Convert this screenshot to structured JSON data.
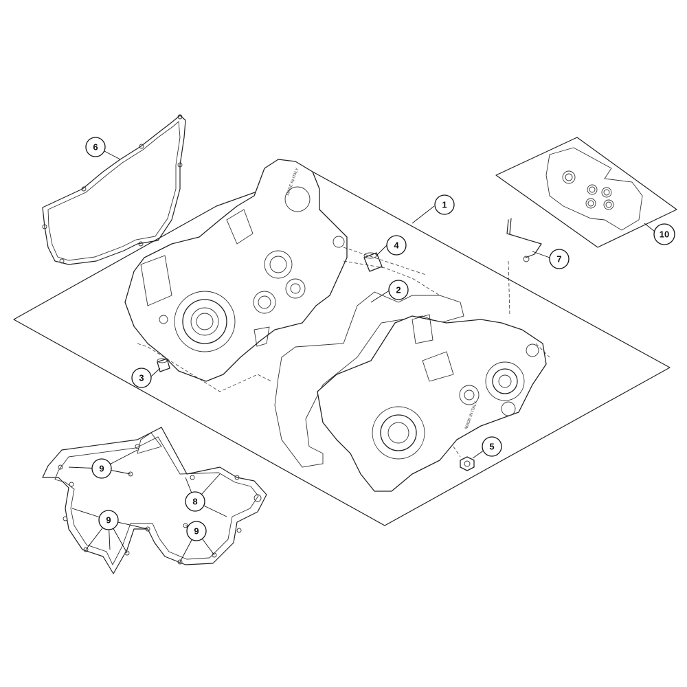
{
  "callouts": [
    {
      "id": "1",
      "label": "1"
    },
    {
      "id": "2",
      "label": "2"
    },
    {
      "id": "3",
      "label": "3"
    },
    {
      "id": "4",
      "label": "4"
    },
    {
      "id": "5",
      "label": "5"
    },
    {
      "id": "6",
      "label": "6"
    },
    {
      "id": "7",
      "label": "7"
    },
    {
      "id": "8",
      "label": "8"
    },
    {
      "id": "9a",
      "label": "9"
    },
    {
      "id": "9b",
      "label": "9"
    },
    {
      "id": "9c",
      "label": "9"
    },
    {
      "id": "10",
      "label": "10"
    }
  ],
  "stamps": {
    "left_case": "MADE IN ITALY",
    "right_case": "MADE IN ITALY"
  },
  "colors": {
    "line": "#222222",
    "background": "#ffffff"
  }
}
